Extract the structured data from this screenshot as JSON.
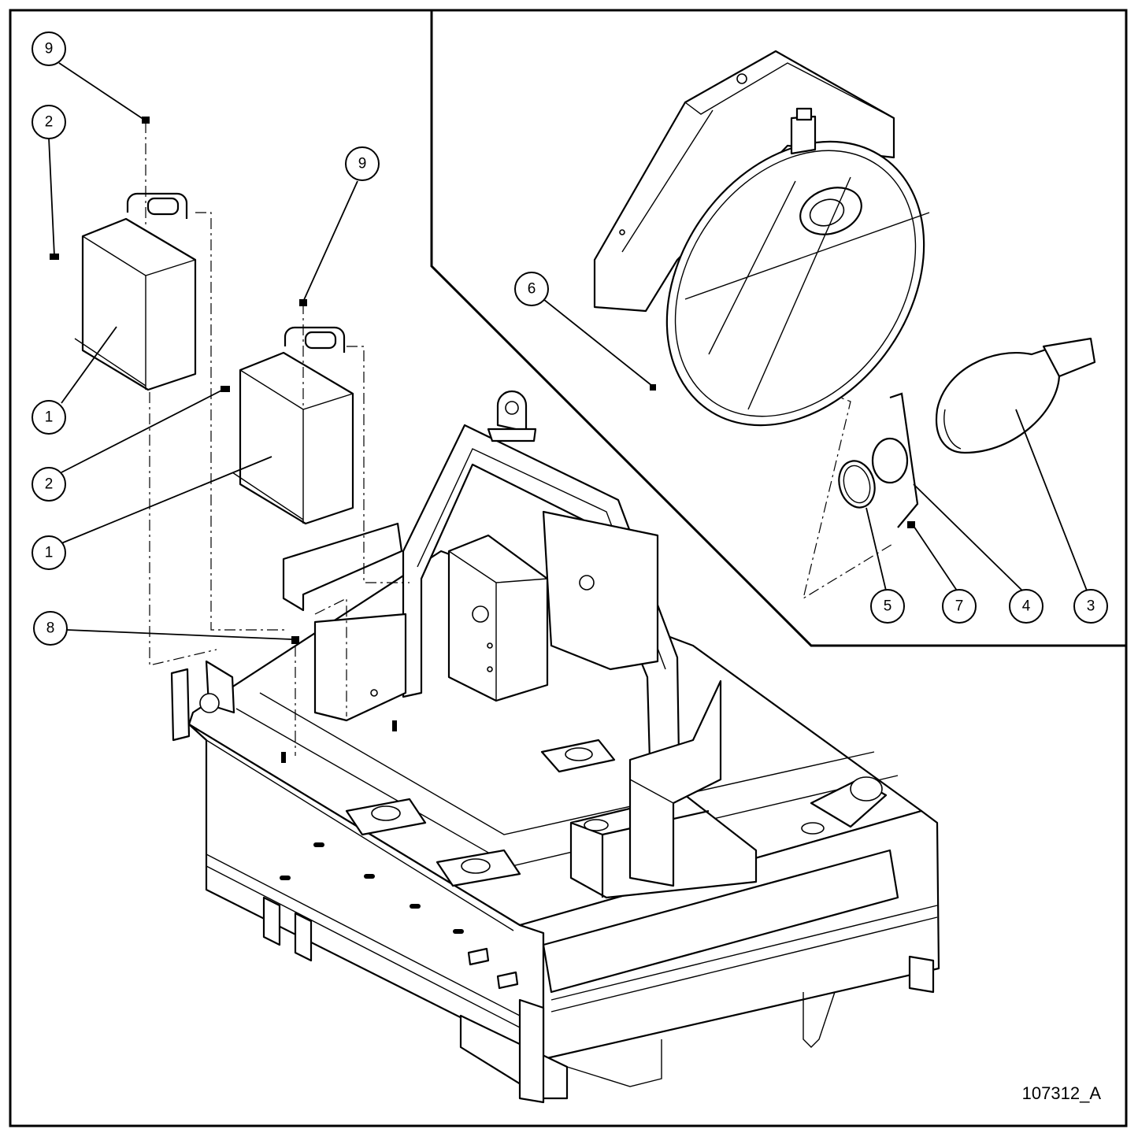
{
  "drawing": {
    "number": "107312_A"
  },
  "callouts": [
    {
      "id": "c9a",
      "label": "9"
    },
    {
      "id": "c2a",
      "label": "2"
    },
    {
      "id": "c9b",
      "label": "9"
    },
    {
      "id": "c1a",
      "label": "1"
    },
    {
      "id": "c2b",
      "label": "2"
    },
    {
      "id": "c1b",
      "label": "1"
    },
    {
      "id": "c8",
      "label": "8"
    },
    {
      "id": "c6",
      "label": "6"
    },
    {
      "id": "c5",
      "label": "5"
    },
    {
      "id": "c7",
      "label": "7"
    },
    {
      "id": "c4",
      "label": "4"
    },
    {
      "id": "c3",
      "label": "3"
    }
  ]
}
